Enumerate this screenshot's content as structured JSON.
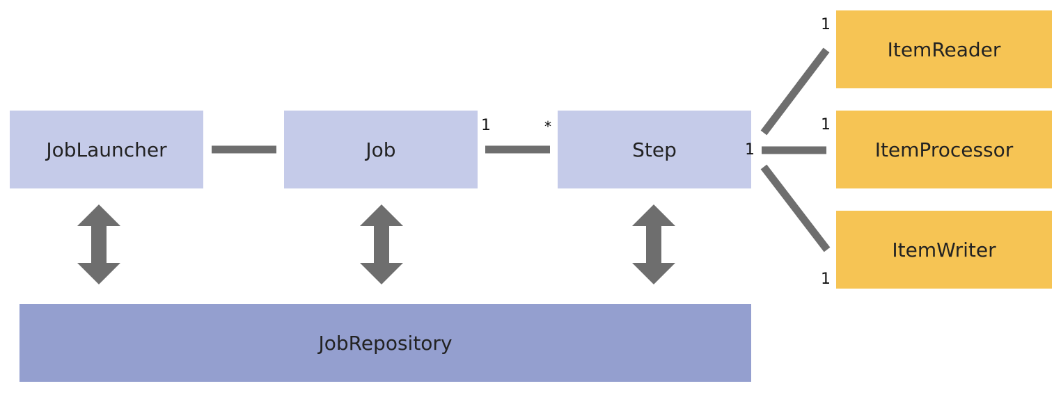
{
  "nodes": {
    "job_launcher": "JobLauncher",
    "job": "Job",
    "step": "Step",
    "job_repository": "JobRepository",
    "item_reader": "ItemReader",
    "item_processor": "ItemProcessor",
    "item_writer": "ItemWriter"
  },
  "multiplicities": {
    "job_side": "1",
    "step_side": "*",
    "step_items_side": "1",
    "reader_side": "1",
    "processor_side": "1",
    "writer_side": "1"
  },
  "colors": {
    "primary_box": "#c5cbe9",
    "repository_box": "#949fcf",
    "item_box": "#f6c454",
    "connector": "#6e6e6e"
  }
}
